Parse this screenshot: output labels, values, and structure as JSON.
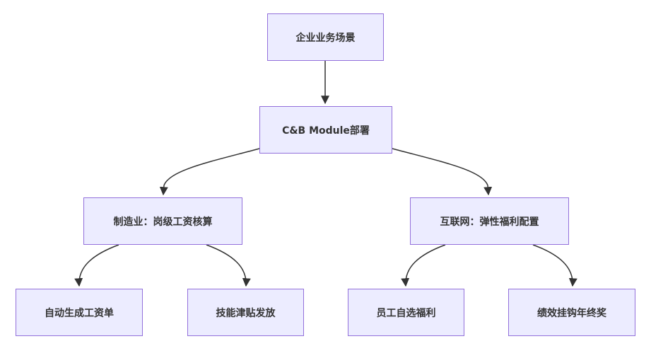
{
  "nodes": {
    "root": "企业业务场景",
    "cb": "C&B Module部署",
    "manufacturing": "制造业：岗级工资核算",
    "internet": "互联网：弹性福利配置",
    "auto_payroll": "自动生成工资单",
    "skill_allowance": "技能津贴发放",
    "self_benefits": "员工自选福利",
    "performance_bonus": "绩效挂钩年终奖"
  },
  "colors": {
    "node_fill": "#ececff",
    "node_border": "#9370db",
    "edge": "#333333",
    "text": "#333333"
  }
}
